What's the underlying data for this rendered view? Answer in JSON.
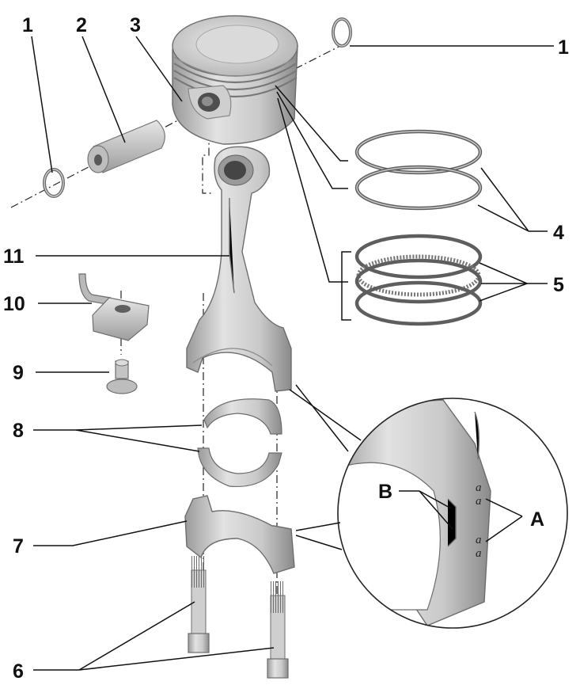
{
  "diagram": {
    "callouts": {
      "c1_left": "1",
      "c1_right": "1",
      "c2": "2",
      "c3": "3",
      "c4": "4",
      "c5": "5",
      "c6": "6",
      "c7": "7",
      "c8": "8",
      "c9": "9",
      "c10": "10",
      "c11": "11",
      "cA": "A",
      "cB": "B"
    },
    "detail_marks": [
      "a",
      "a",
      "a",
      "a"
    ]
  }
}
